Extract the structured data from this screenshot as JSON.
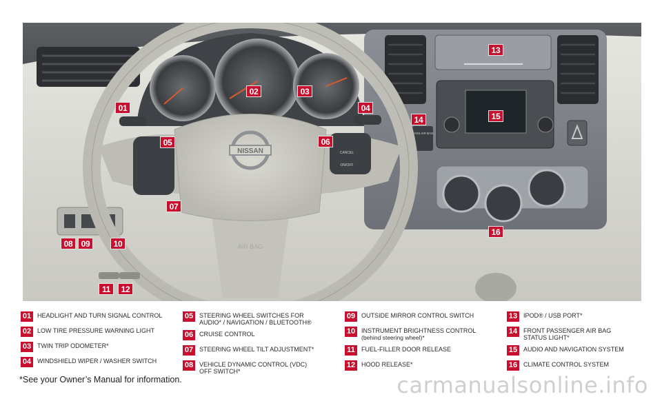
{
  "markers": [
    "01",
    "02",
    "03",
    "04",
    "05",
    "06",
    "07",
    "08",
    "09",
    "10",
    "11",
    "12",
    "13",
    "14",
    "15",
    "16"
  ],
  "legend": {
    "col1": [
      {
        "num": "01",
        "text": "HEADLIGHT AND TURN SIGNAL CONTROL"
      },
      {
        "num": "02",
        "text": "LOW TIRE PRESSURE WARNING LIGHT"
      },
      {
        "num": "03",
        "text": "TWIN TRIP ODOMETER*"
      },
      {
        "num": "04",
        "text": "WINDSHIELD WIPER / WASHER SWITCH"
      }
    ],
    "col2": [
      {
        "num": "05",
        "text": "STEERING WHEEL SWITCHES FOR AUDIO* / NAVIGATION / BLUETOOTH®"
      },
      {
        "num": "06",
        "text": "CRUISE CONTROL"
      },
      {
        "num": "07",
        "text": "STEERING WHEEL TILT ADJUSTMENT*"
      },
      {
        "num": "08",
        "text": "VEHICLE DYNAMIC CONTROL (VDC) OFF SWITCH*"
      }
    ],
    "col3": [
      {
        "num": "09",
        "text": "OUTSIDE MIRROR CONTROL SWITCH"
      },
      {
        "num": "10",
        "text": "INSTRUMENT BRIGHTNESS CONTROL",
        "sub": "(behind steering wheel)*"
      },
      {
        "num": "11",
        "text": "FUEL-FILLER DOOR RELEASE"
      },
      {
        "num": "12",
        "text": "HOOD RELEASE*"
      }
    ],
    "col4": [
      {
        "num": "13",
        "text": "IPOD® / USB PORT*"
      },
      {
        "num": "14",
        "text": "FRONT PASSENGER AIR BAG STATUS LIGHT*"
      },
      {
        "num": "15",
        "text": "AUDIO AND NAVIGATION SYSTEM"
      },
      {
        "num": "16",
        "text": "CLIMATE CONTROL SYSTEM"
      }
    ]
  },
  "photo": {
    "brand": "NISSAN",
    "wheel_buttons": [
      "CANCEL",
      "ON/OFF"
    ],
    "airbag_label": "AIR BAG",
    "passenger_airbag_label": "PASS AIR BAG"
  },
  "footnote": "*See your Owner’s Manual for information.",
  "watermark": "carmanualsonline.info",
  "colors": {
    "accent": "#c8102e",
    "page": "#ffffff"
  }
}
